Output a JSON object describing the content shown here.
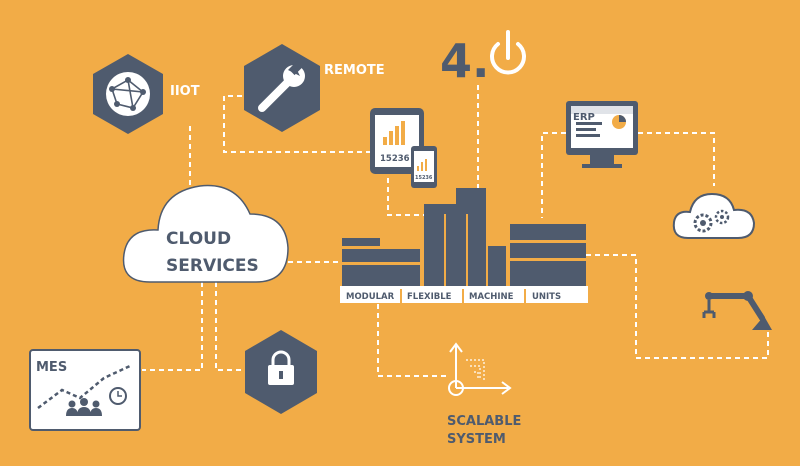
{
  "diagram": {
    "industry_label": "4.",
    "iiot_label": "IIOT",
    "remote_label": "REMOTE",
    "erp_label": "ERP",
    "cloud_line1": "CLOUD",
    "cloud_line2": "SERVICES",
    "tablet_value": "15236",
    "phone_value": "15236",
    "factory_labels": [
      "MODULAR",
      "FLEXIBLE",
      "MACHINE",
      "UNITS"
    ],
    "mes_label": "MES",
    "scalable_line1": "SCALABLE",
    "scalable_line2": "SYSTEM"
  },
  "colors": {
    "background": "#F2AC47",
    "slate": "#4F5B6E",
    "white": "#FFFFFF"
  },
  "icons": [
    "network-globe-icon",
    "wrench-icon",
    "power-icon",
    "tablet-chart-icon",
    "phone-chart-icon",
    "erp-monitor-icon",
    "cloud-gears-icon",
    "robot-arm-icon",
    "padlock-icon",
    "mes-board-icon",
    "scalable-axes-icon"
  ]
}
